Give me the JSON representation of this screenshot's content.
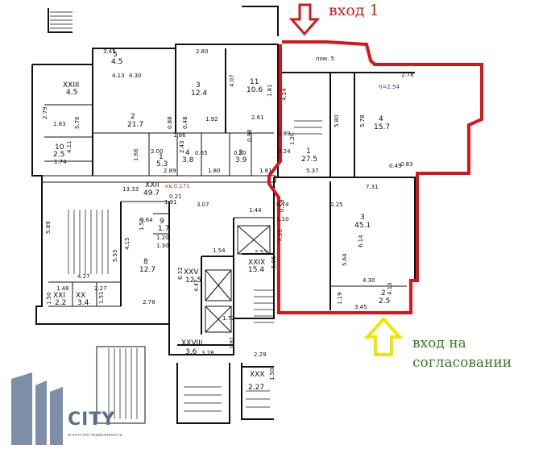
{
  "annotations": {
    "entrance_1": "вход 1",
    "entrance_2_line1": "вход на",
    "entrance_2_line2": "согласовании",
    "room_label_pom5": "пом. 5",
    "height_label": "h=2.54",
    "elevation_mark": "кв.0.171",
    "logo_text": "CITY",
    "logo_subtitle": "агентство недвижимости"
  },
  "colors": {
    "highlight": "#d9141a",
    "entrance_1_text": "#cc1d1d",
    "entrance_2_arrow": "#f2e600",
    "entrance_2_text": "#3a7a1e",
    "logo": "#5a6f8c"
  },
  "rooms": [
    {
      "num": "5",
      "area": "4.5"
    },
    {
      "num": "3",
      "area": "12.4"
    },
    {
      "num": "11",
      "area": "10.6"
    },
    {
      "num": "XXIII",
      "area": "4.5"
    },
    {
      "num": "2",
      "area": "21.7"
    },
    {
      "num": "10",
      "area": "2.5"
    },
    {
      "num": "1",
      "area": "5.3"
    },
    {
      "num": "4",
      "area": "3.8"
    },
    {
      "num": "2",
      "area": "3.9"
    },
    {
      "num": "1",
      "area": "27.5"
    },
    {
      "num": "4",
      "area": "15.7"
    },
    {
      "num": "XXII",
      "area": "49.7"
    },
    {
      "num": "9",
      "area": "1.7"
    },
    {
      "num": "8",
      "area": "12.7"
    },
    {
      "num": "XXV",
      "area": "12.5"
    },
    {
      "num": "XXIX",
      "area": "15.4"
    },
    {
      "num": "3",
      "area": "45.1"
    },
    {
      "num": "2",
      "area": "2.5"
    },
    {
      "num": "XXI",
      "area": "2.2"
    },
    {
      "num": "XX",
      "area": "3.4"
    },
    {
      "num": "XXVIII",
      "area": "3.6"
    },
    {
      "num": "XXX",
      "area": "2.27"
    }
  ],
  "dimensions": [
    "3.45",
    "4.13",
    "4.30",
    "2.80",
    "4.07",
    "2.61",
    "1.81",
    "4.24",
    "5.80",
    "2.78",
    "5.78",
    "1.83",
    "2.79",
    "1.74",
    "4.11",
    "5.76",
    "2.00",
    "2.89",
    "1.86",
    "1.92",
    "0.88",
    "0.48",
    "2.43",
    "0.65",
    "0.50",
    "0.98",
    "1.80",
    "1.81",
    "1.66",
    "0.89",
    "1.26",
    "0.24",
    "5.37",
    "0.49",
    "0.83",
    "7.31",
    "13.33",
    "0.21",
    "1.91",
    "0.64",
    "1.52",
    "1.20",
    "1.30",
    "3.07",
    "1.44",
    "0.74",
    "0.58",
    "1.10",
    "0.25",
    "6.14",
    "5.64",
    "7.33",
    "5.89",
    "5.55",
    "4.15",
    "4.27",
    "1.48",
    "2.27",
    "1.50",
    "1.51",
    "2.78",
    "6.32",
    "4.47",
    "1.54",
    "2.53",
    "1.72",
    "5.95",
    "4.30",
    "1.19",
    "3.45",
    "4.13",
    "3.28",
    "1.81",
    "2.29",
    "1.50"
  ]
}
